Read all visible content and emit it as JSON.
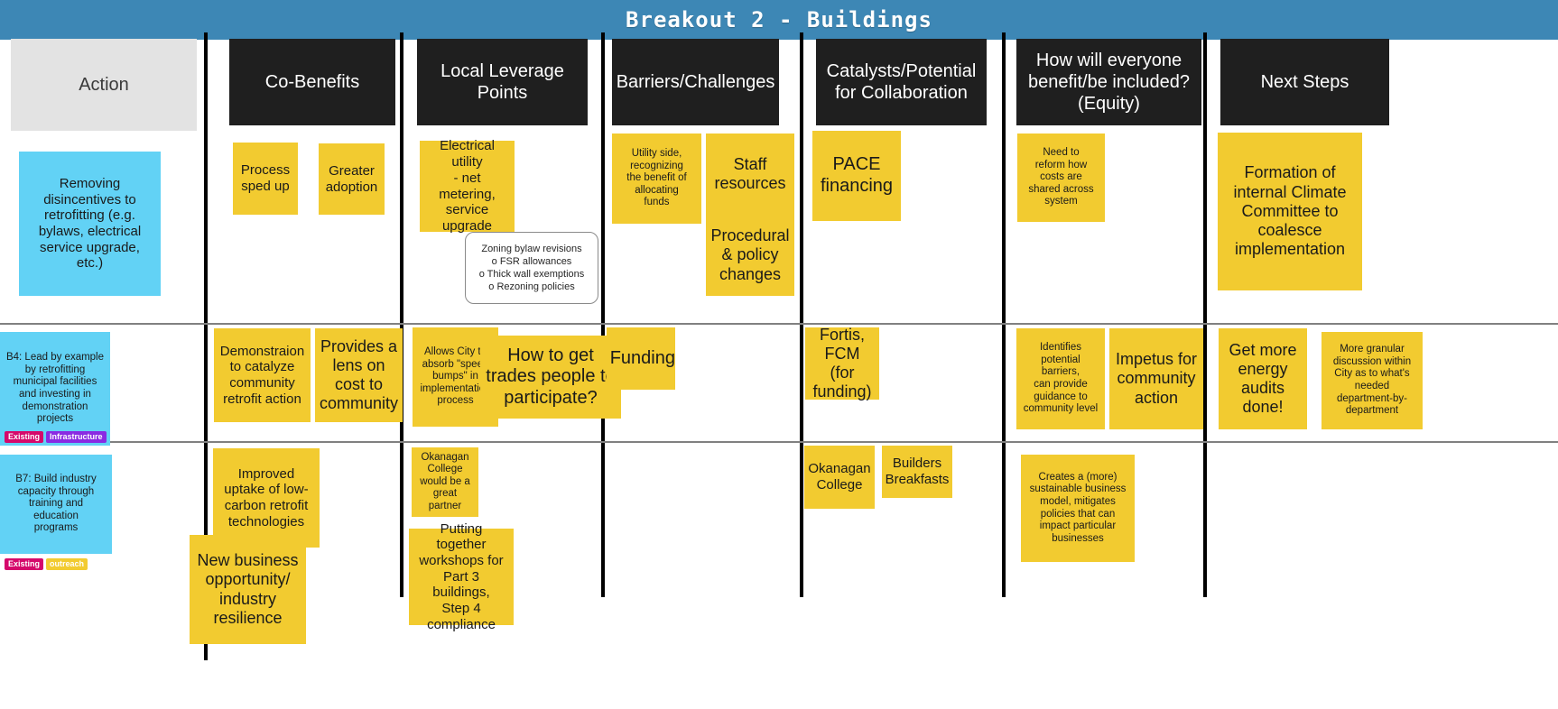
{
  "header": {
    "title": "Breakout 2 - Buildings",
    "bar_color": "#3d87b5"
  },
  "colors": {
    "note_yellow": "#f2cb30",
    "note_blue": "#62d2f5",
    "header_dark": "#1f1f1f",
    "header_action": "#e3e3e3",
    "tag_existing": "#d5096b",
    "tag_infrastructure": "#8a2be2",
    "tag_outreach": "#f2cb30"
  },
  "columns": [
    {
      "id": "action",
      "label": "Action"
    },
    {
      "id": "co-benefits",
      "label": "Co-Benefits"
    },
    {
      "id": "local-leverage-points",
      "label": "Local Leverage\nPoints"
    },
    {
      "id": "barriers-challenges",
      "label": "Barriers/Challenges"
    },
    {
      "id": "catalysts-collaboration",
      "label": "Catalysts/Potential\nfor Collaboration"
    },
    {
      "id": "equity",
      "label": "How will everyone\nbenefit/be\nincluded?  (Equity)"
    },
    {
      "id": "next-steps",
      "label": "Next Steps"
    }
  ],
  "rows": [
    {
      "id": "row-1",
      "action": {
        "text": "Removing\ndisincentives to\nretrofitting (e.g.\nbylaws, electrical\nservice upgrade,\netc.)",
        "tags": []
      },
      "notes": {
        "co_benefits": [
          {
            "text": "Process\nsped up"
          },
          {
            "text": "Greater\nadoption"
          }
        ],
        "leverage": [
          {
            "text": "Electrical utility\n- net metering,\nservice\nupgrade"
          }
        ],
        "leverage_callout": {
          "text": "Zoning bylaw revisions\no FSR allowances\no Thick wall exemptions\no Rezoning policies"
        },
        "barriers": [
          {
            "text": "Utility side,\nrecognizing\nthe benefit of\nallocating\nfunds"
          },
          {
            "text": "Staff\nresources"
          },
          {
            "text": "Procedural\n& policy\nchanges"
          }
        ],
        "catalysts": [
          {
            "text": "PACE\nfinancing"
          }
        ],
        "equity": [
          {
            "text": "Need to\nreform how\ncosts are\nshared across\nsystem"
          }
        ],
        "next_steps": [
          {
            "text": "Formation of\ninternal Climate\nCommittee to\ncoalesce\nimplementation"
          }
        ]
      }
    },
    {
      "id": "row-2",
      "action": {
        "text": "B4: Lead by example\nby retrofitting\nmunicipal facilities\nand investing in\ndemonstration\nprojects",
        "tags": [
          {
            "label": "Existing",
            "kind": "existing"
          },
          {
            "label": "Infrastructure",
            "kind": "infra"
          }
        ]
      },
      "notes": {
        "co_benefits": [
          {
            "text": "Demonstraion\nto catalyze\ncommunity\nretrofit action"
          },
          {
            "text": "Provides a\nlens on\ncost to\ncommunity"
          }
        ],
        "leverage": [
          {
            "text": "Allows City to\nabsorb \"speed\nbumps\" in\nimplementation\nprocess"
          },
          {
            "text": "How to get\ntrades people to\nparticipate?"
          }
        ],
        "barriers": [
          {
            "text": "Funding"
          }
        ],
        "catalysts": [
          {
            "text": "Fortis,\nFCM (for\nfunding)"
          }
        ],
        "equity": [
          {
            "text": "Identifies\npotential barriers,\ncan provide\nguidance to\ncommunity level"
          },
          {
            "text": "Impetus for\ncommunity\naction"
          }
        ],
        "next_steps": [
          {
            "text": "Get more\nenergy\naudits\ndone!"
          },
          {
            "text": "More granular\ndiscussion within\nCity as to what's\nneeded\ndepartment-by-\ndepartment"
          }
        ]
      }
    },
    {
      "id": "row-3",
      "action": {
        "text": "B7: Build industry\ncapacity through\ntraining and\neducation\nprograms",
        "tags": [
          {
            "label": "Existing",
            "kind": "existing"
          },
          {
            "label": "outreach",
            "kind": "outreach"
          }
        ]
      },
      "notes": {
        "co_benefits": [
          {
            "text": "Improved\nuptake of low-\ncarbon retrofit\ntechnologies"
          },
          {
            "text": "New business\nopportunity/\nindustry\nresilience"
          }
        ],
        "leverage": [
          {
            "text": "Okanagan\nCollege\nwould be a\ngreat partner"
          },
          {
            "text": "Putting together\nworkshops for\nPart 3 buildings,\nStep 4\ncompliance"
          }
        ],
        "barriers": [],
        "catalysts": [
          {
            "text": "Okanagan\nCollege"
          },
          {
            "text": "Builders\nBreakfasts"
          }
        ],
        "equity": [
          {
            "text": "Creates a (more)\nsustainable business\nmodel, mitigates\npolicies that can\nimpact particular\nbusinesses"
          }
        ],
        "next_steps": []
      }
    }
  ]
}
